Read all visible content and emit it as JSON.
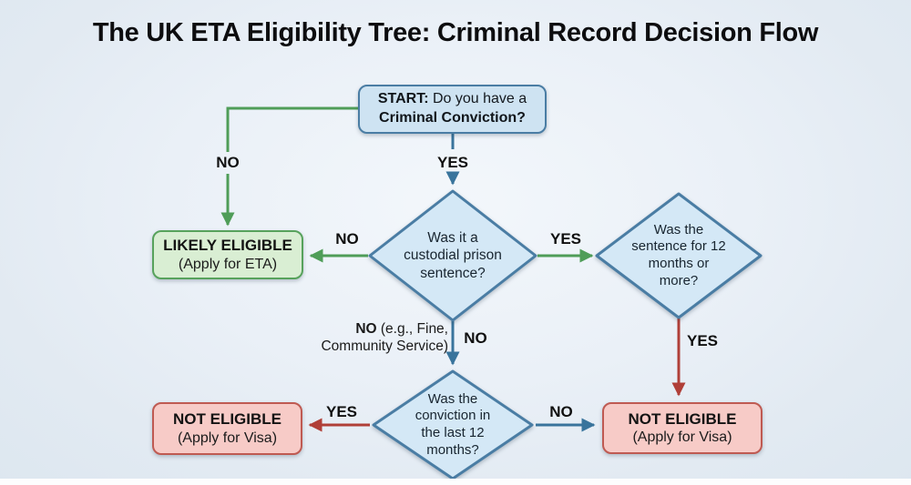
{
  "title": "The UK ETA Eligibility Tree: Criminal Record Decision Flow",
  "nodes": {
    "start": {
      "bold": "START:",
      "rest": " Do you have a",
      "line2": "Criminal Conviction?"
    },
    "custodial": {
      "lines": [
        "Was it a",
        "custodial prison",
        "sentence?"
      ]
    },
    "sentence": {
      "lines": [
        "Was the",
        "sentence for 12",
        "months or",
        "more?"
      ]
    },
    "conviction": {
      "lines": [
        "Was the",
        "conviction in",
        "the last 12",
        "months?"
      ]
    },
    "likely": {
      "title": "LIKELY ELIGIBLE",
      "subtitle": "(Apply for ETA)"
    },
    "not_eligible_left": {
      "title": "NOT ELIGIBLE",
      "subtitle": "(Apply for Visa)"
    },
    "not_eligible_right": {
      "title": "NOT ELIGIBLE",
      "subtitle": "(Apply for Visa)"
    }
  },
  "labels": {
    "start_no": "NO",
    "start_yes": "YES",
    "custodial_no": "NO",
    "custodial_yes": "YES",
    "fine_note_bold": "NO",
    "fine_note_rest": " (e.g., Fine,",
    "fine_note_line2": "Community Service)",
    "custodial_down_no": "NO",
    "sentence_yes": "YES",
    "conviction_yes": "YES",
    "conviction_no": "NO"
  },
  "colors": {
    "blue-line": "#39749c",
    "blue-border": "#4a7da4",
    "blue-fill": "#cee3f2",
    "blue-fill-d": "#d4e8f6",
    "green-line": "#4f9d58",
    "green-border": "#57a25c",
    "green-fill": "#d9eed3",
    "red-line": "#b03f38",
    "red-border": "#bf5a52",
    "red-fill": "#f7cbc7"
  }
}
